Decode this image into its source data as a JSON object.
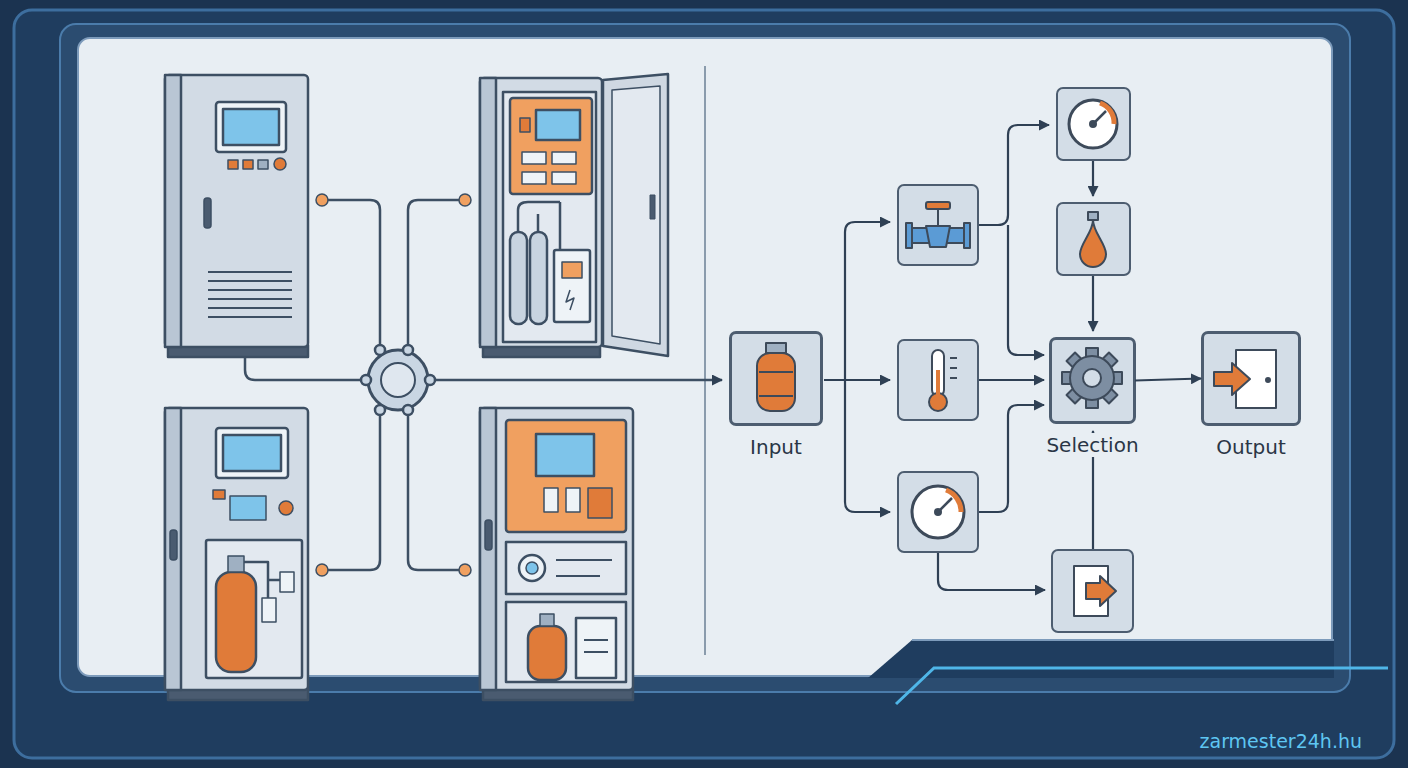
{
  "diagram": {
    "nodes": [
      {
        "text": [
          "Input"
        ]
      },
      {
        "text": [
          "Selection"
        ]
      },
      {
        "text": [
          "Output"
        ]
      }
    ],
    "edges": [
      {
        "from": 1,
        "to": 2,
        "arrow": "to"
      }
    ],
    "labels": [
      "zarmester24h.hu"
    ]
  }
}
